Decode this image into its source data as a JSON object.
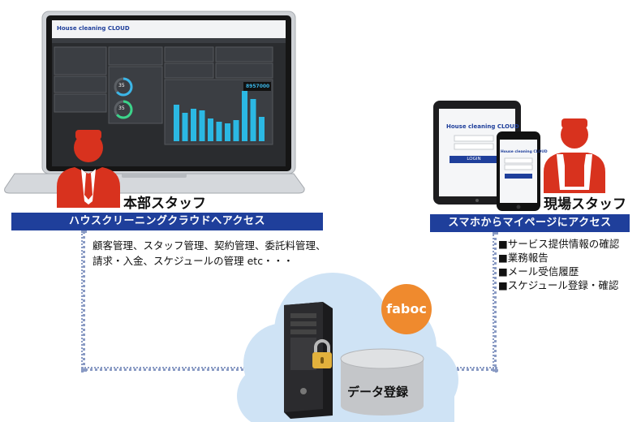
{
  "hq": {
    "role": "本部スタッフ",
    "banner": "ハウスクリーニングクラウドへアクセス",
    "desc_line1": "顧客管理、スタッフ管理、契約管理、委託料管理、",
    "desc_line2": "請求・入金、スケジュールの管理 etc・・・"
  },
  "field": {
    "role": "現場スタッフ",
    "banner": "スマホからマイページにアクセス",
    "items": [
      "■サービス提供情報の確認",
      "■業務報告",
      "■メール受信履歴",
      "■スケジュール登録・確認"
    ]
  },
  "cloud": {
    "brand": "faboc",
    "db_label": "データ登録"
  },
  "laptop_screen": {
    "app_title": "House cleaning CLOUD",
    "donut1": "35",
    "donut2": "35",
    "chart_total": "8957000",
    "chart_bars": [
      45,
      35,
      40,
      38,
      28,
      24,
      22,
      26,
      62,
      52,
      30
    ]
  },
  "devices": {
    "app_title": "House cleaning CLOUD",
    "login_label": "LOGIN"
  },
  "colors": {
    "banner": "#1f3f9b",
    "person": "#d8321e",
    "faboc": "#ef8a2e",
    "cloud": "#cfe3f5",
    "chart_bar": "#2bb8e3"
  }
}
